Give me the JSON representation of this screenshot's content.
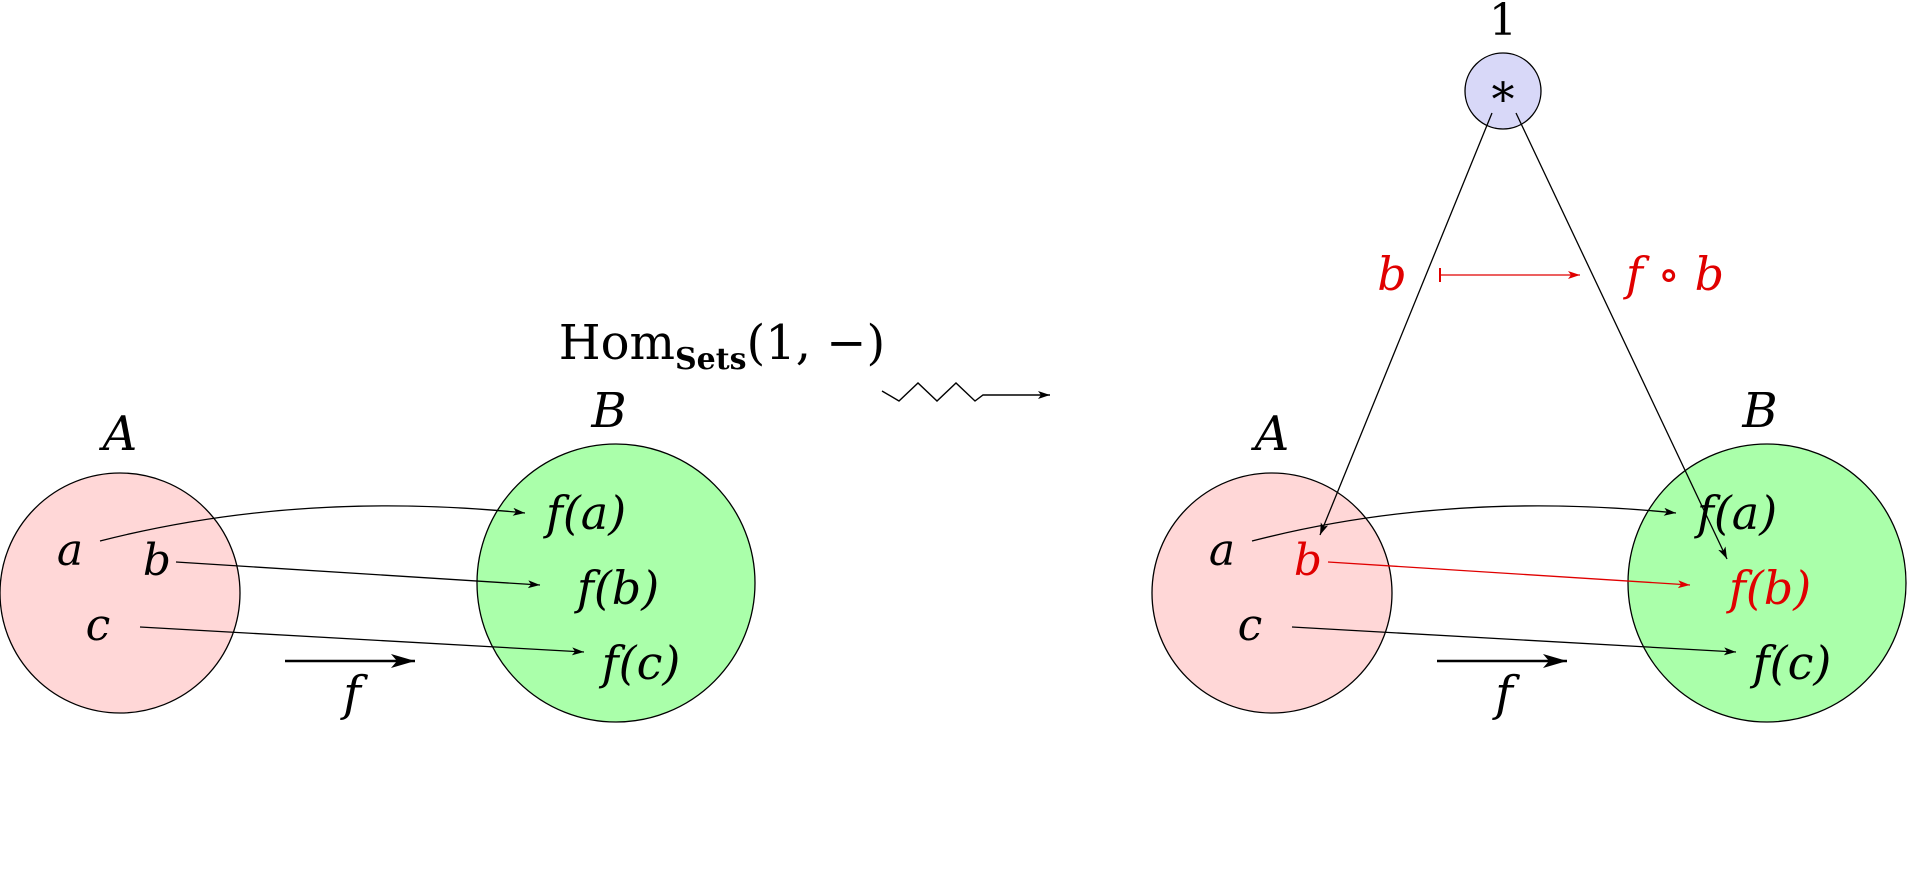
{
  "colors": {
    "set_a_fill": "#ffd7d7",
    "set_b_fill": "#aaffaa",
    "terminal_fill": "#d8d8f8",
    "highlight": "#e00000",
    "stroke": "#000000"
  },
  "left_diagram": {
    "set_a_label": "A",
    "set_b_label": "B",
    "elements_a": [
      "a",
      "b",
      "c"
    ],
    "elements_b": [
      "f(a)",
      "f(b)",
      "f(c)"
    ],
    "function_label": "f"
  },
  "functor": {
    "hom": "Hom",
    "subscript": "Sets",
    "args": "(1, −)"
  },
  "right_diagram": {
    "terminal_label": "1",
    "terminal_element": "∗",
    "set_a_label": "A",
    "set_b_label": "B",
    "elements_a": [
      "a",
      "b",
      "c"
    ],
    "elements_b": [
      "f(a)",
      "f(b)",
      "f(c)"
    ],
    "function_label": "f",
    "map_from": "b",
    "map_to": "f ∘ b"
  }
}
